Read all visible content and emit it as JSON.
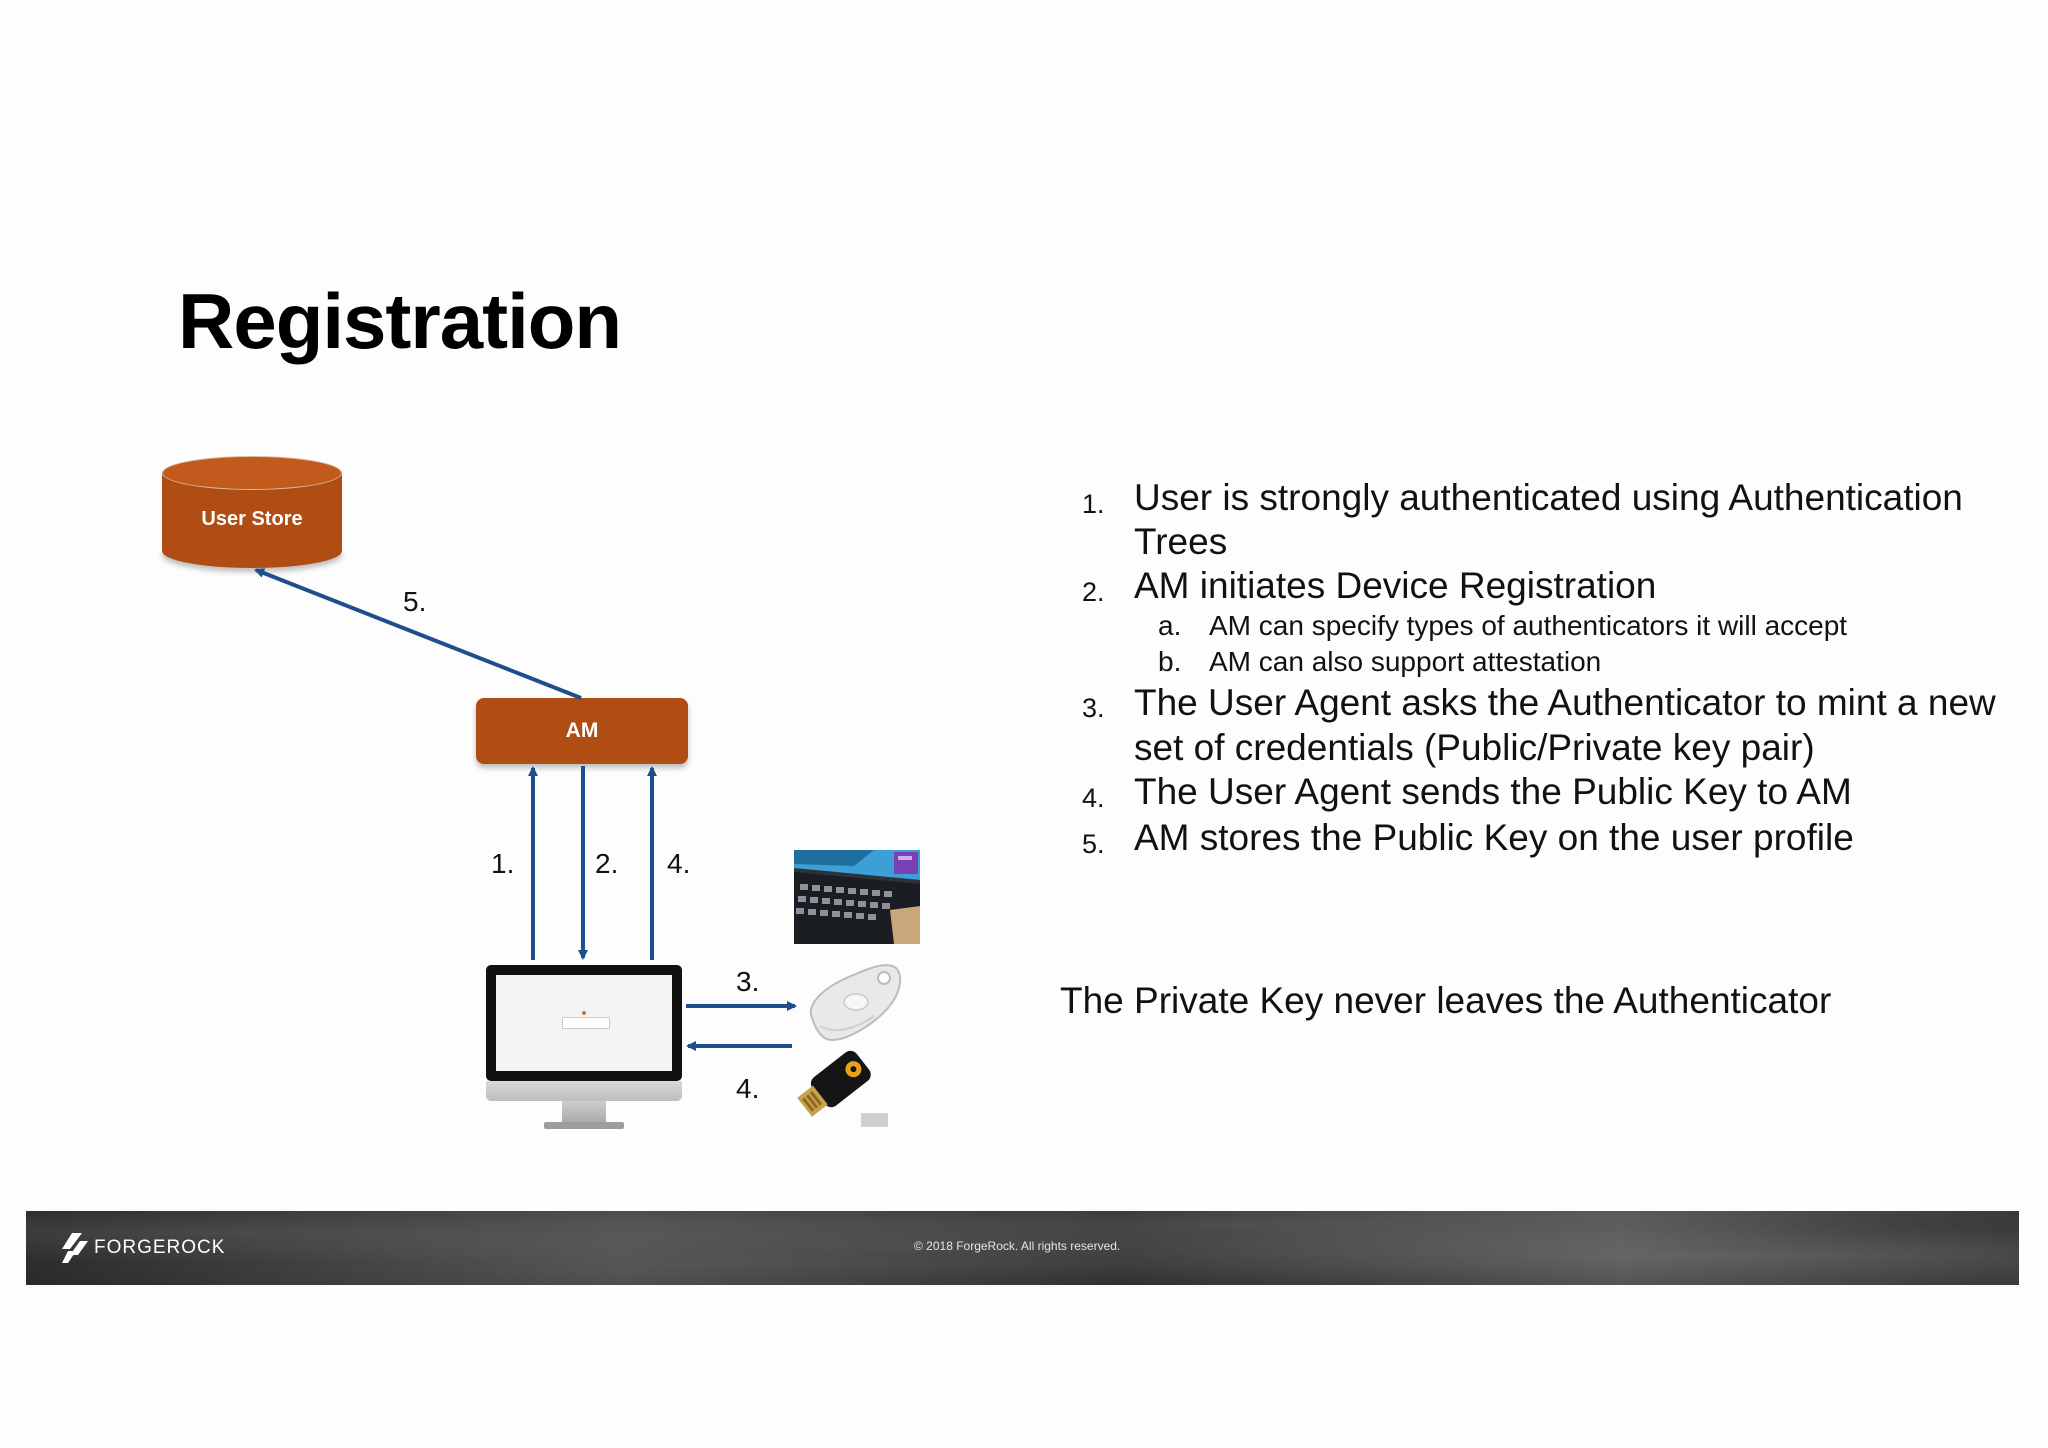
{
  "slide": {
    "title": "Registration"
  },
  "diagram": {
    "user_store_label": "User Store",
    "am_label": "AM",
    "arrow_labels": {
      "to_user_store": "5.",
      "up_1": "1.",
      "down_2": "2.",
      "up_4": "4.",
      "to_authenticator": "3.",
      "from_authenticator": "4."
    },
    "colors": {
      "box": "#b04d15",
      "arrow": "#1f4e8c"
    },
    "icons": [
      "database-icon",
      "monitor-icon",
      "laptop-photo",
      "security-key-fob-icon",
      "usb-security-key-icon"
    ]
  },
  "steps": [
    {
      "number": "1.",
      "text": "User is strongly authenticated using Authentication Trees"
    },
    {
      "number": "2.",
      "text": "AM initiates Device Registration",
      "substeps": [
        {
          "letter": "a.",
          "text": "AM can specify types of authenticators it will accept"
        },
        {
          "letter": "b.",
          "text": "AM can also support attestation"
        }
      ]
    },
    {
      "number": "3.",
      "text": "The User Agent asks the Authenticator to mint a new set of credentials (Public/Private key pair)"
    },
    {
      "number": "4.",
      "text": "The User Agent sends the Public Key to AM"
    },
    {
      "number": "5.",
      "text": "AM stores the Public Key on the user profile"
    }
  ],
  "note": "The Private Key never leaves the Authenticator",
  "footer": {
    "brand": "FORGEROCK",
    "copyright": "© 2018 ForgeRock. All rights reserved."
  }
}
